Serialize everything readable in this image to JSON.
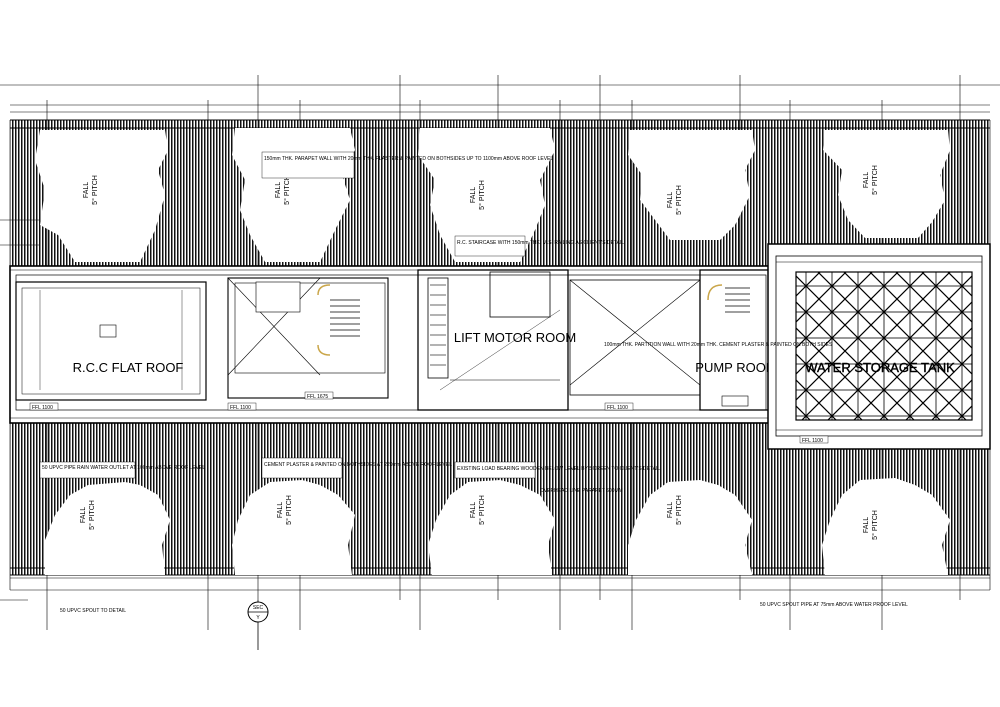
{
  "drawing": {
    "rooms": {
      "rcc_flat_roof": "R.C.C FLAT ROOF",
      "lift_motor_room": "LIFT MOTOR ROOM",
      "pump_room": "PUMP ROOM",
      "water_tank": "WATER STORAGE TANK"
    },
    "fall_label": "FALL",
    "pitch_label": "5° PITCH",
    "section_marker": "SEC",
    "section_marker_sub": "Y",
    "level_tags": [
      "FFL 1100",
      "FFL 1100",
      "FFL 1100",
      "FFL 1100",
      "FFL 1675"
    ],
    "notes": [
      "150mm THK. PARAPET WALL WITH 20mm THK. PLASTER & PAINTED ON BOTHSIDES UP TO 1100mm ABOVE ROOF LEVEL",
      "R.C. STAIRCASE WITH 150mm THK. M.S. RAILING AS CLIENT'S DETAIL",
      "100mm THK. PARTITION WALL WITH 20mm THK. CEMENT PLASTER & PAINTED ON BOTH SIDES",
      "OVERHEAD LINE PARAPET 600MM",
      "50 UPVC PIPE RAIN WATER OUTLET AT 100mm ABOVE ROOF LEVEL",
      "50 UPVC SPOUT TO DETAIL",
      "CEMENT PLASTER & PAINTED ON BOTHSIDES AT 220mm ABOVE ROOF LEVEL",
      "EXISTING LOAD BEARING WOODEN BELOW LEVEL BY SCREEN TO CLIENT'S DETAIL",
      "50 UPVC SPOUT PIPE AT 75mm ABOVE WATER PROOF LEVEL"
    ]
  }
}
